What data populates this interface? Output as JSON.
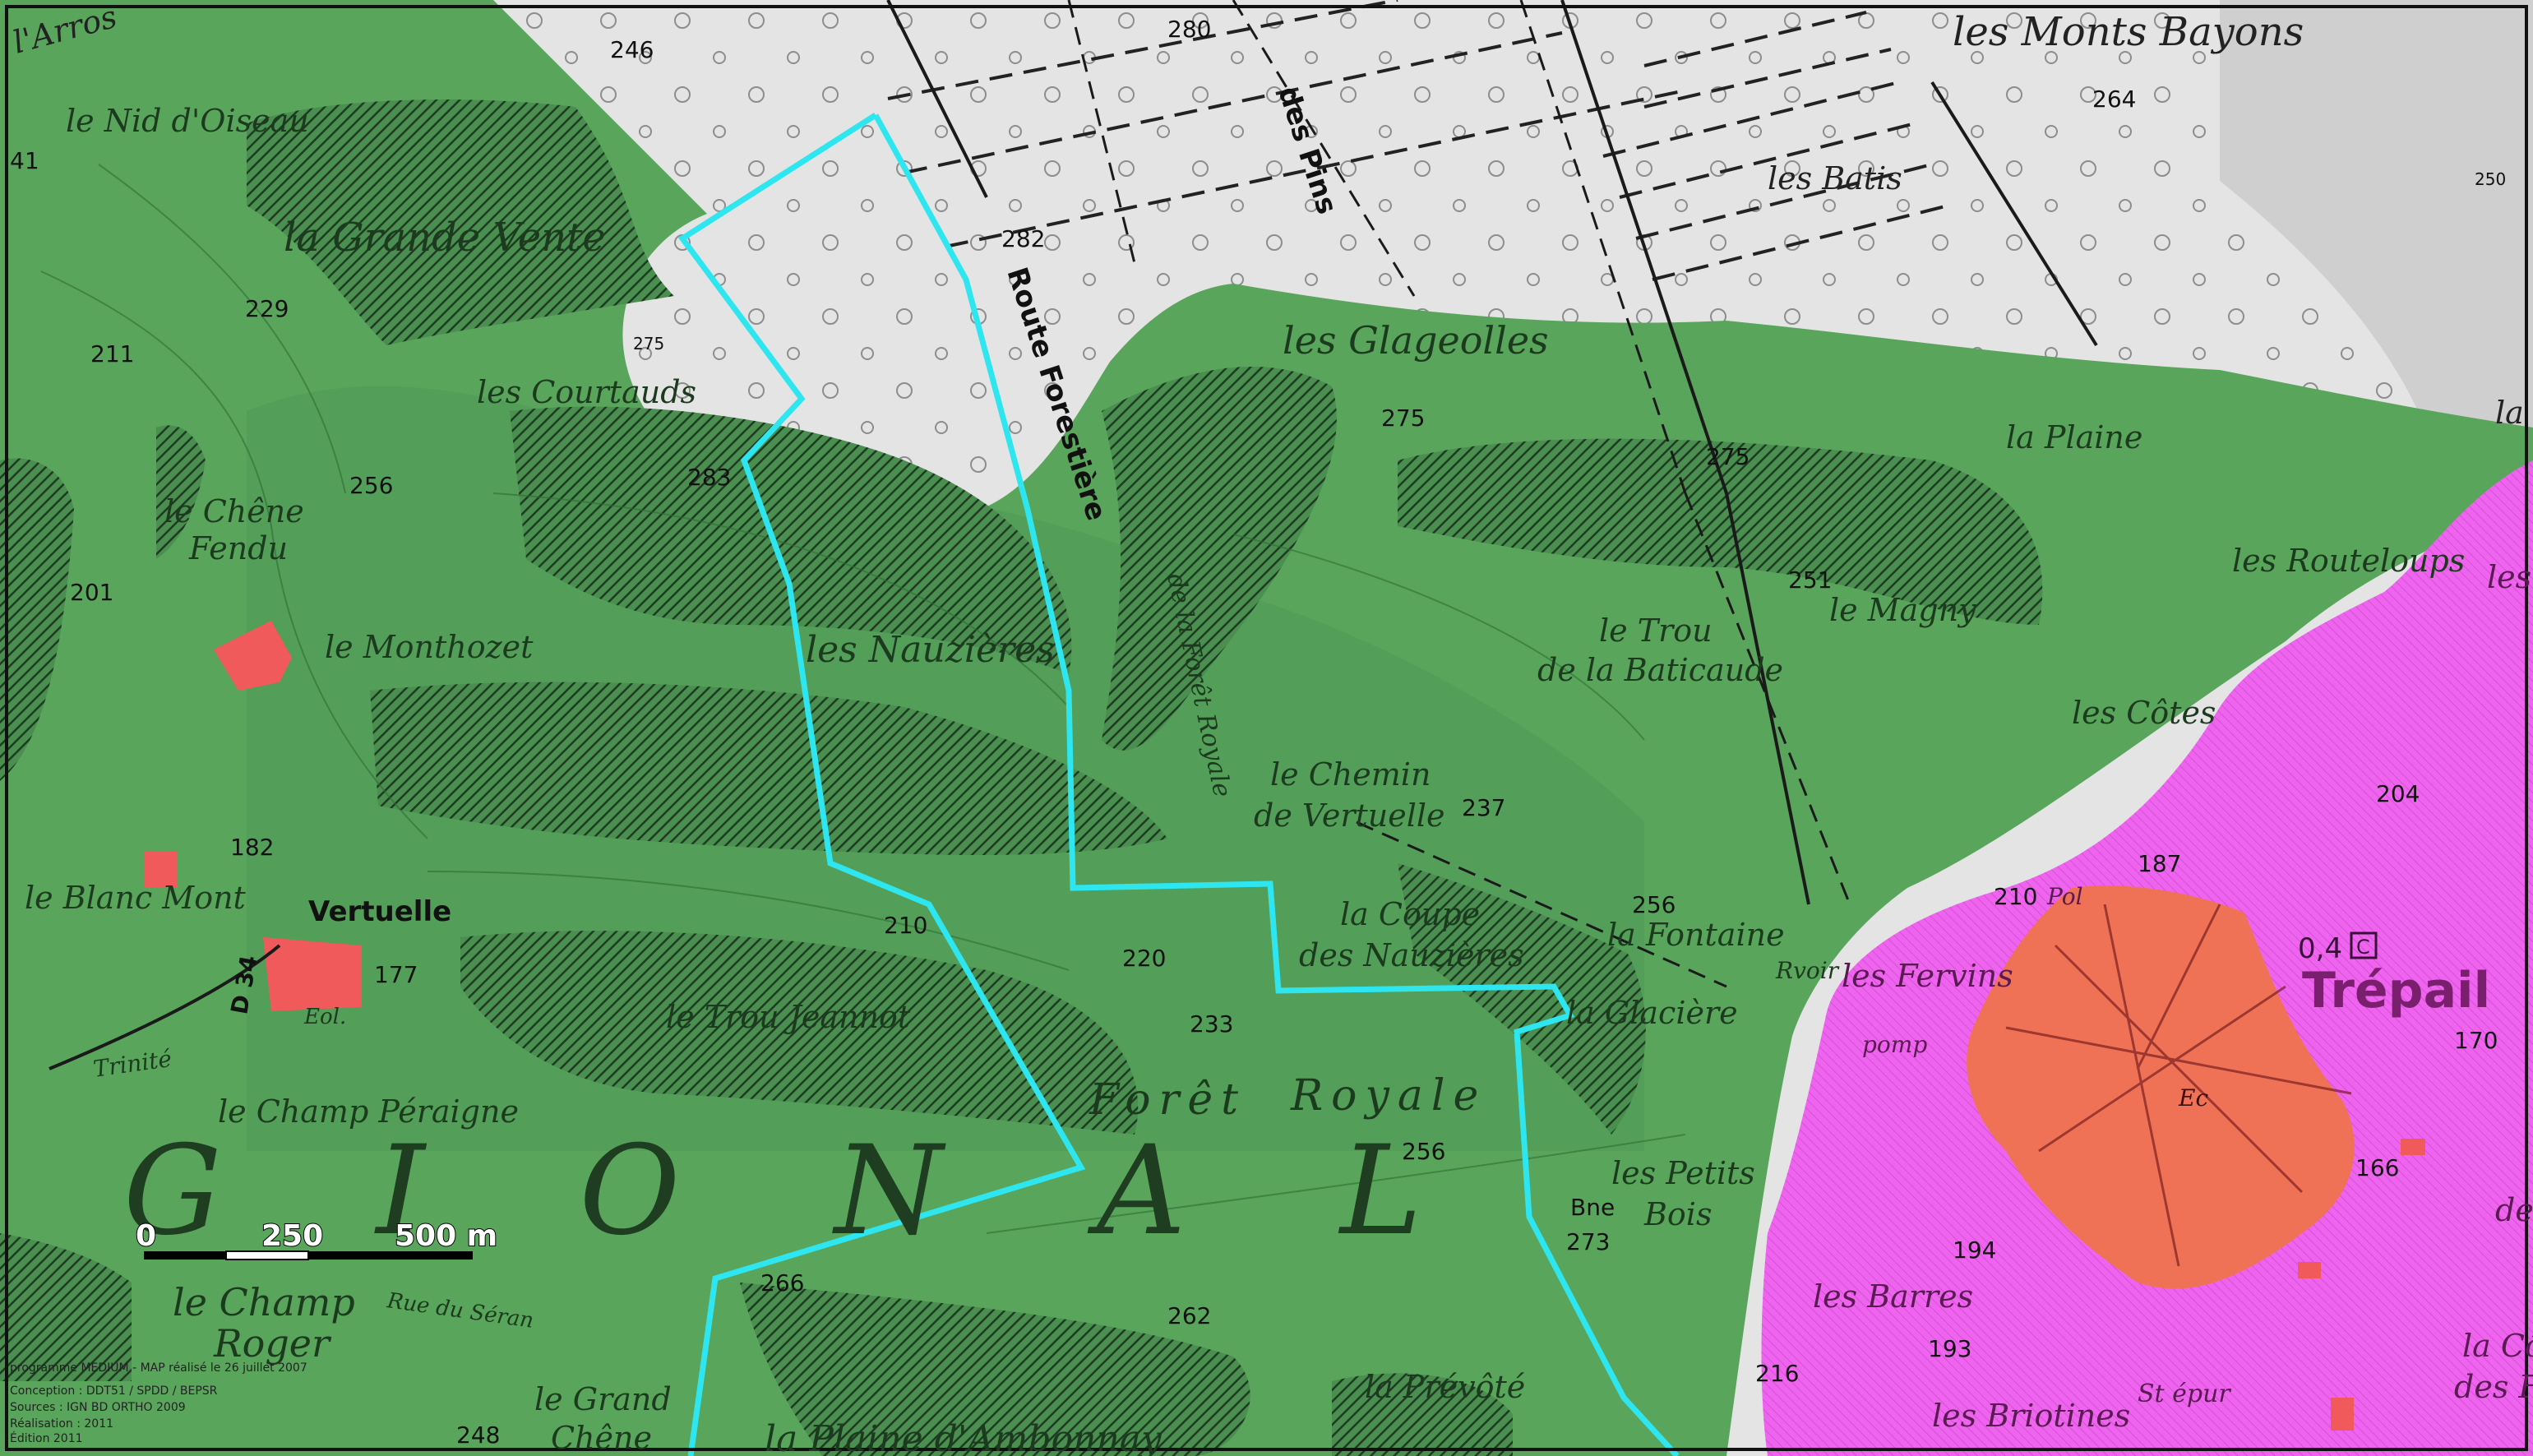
{
  "place_names": {
    "arros": "l'Arros",
    "nid_oiseau": "le Nid d'Oiseau",
    "grande_vente": "la Grande Vente",
    "courtauds": "les Courtauds",
    "chene_fendu_1": "le Chêne",
    "chene_fendu_2": "Fendu",
    "monthozet": "le Monthozet",
    "nauzieres": "les Nauzières",
    "blanc_mont": "le Blanc Mont",
    "vertuelle": "Vertuelle",
    "trou_jeannot": "le Trou Jeannot",
    "champ_peraigne": "le Champ Péraigne",
    "champ_roger_1": "le Champ",
    "champ_roger_2": "Roger",
    "grand_chene_1": "le Grand",
    "grand_chene_2": "Chêne",
    "plaine_ambonnay": "la Plaine d'Ambonnay",
    "monts_bayons": "les Monts Bayons",
    "batis": "les Batis",
    "glageolles": "les Glageolles",
    "la_plaine": "la Plaine",
    "routeloups": "les Routeloups",
    "magny": "le Magny",
    "trou_baticaude_1": "le Trou",
    "trou_baticaude_2": "de la Baticaude",
    "cotes": "les Côtes",
    "chemin_vertuelle_1": "le Chemin",
    "chemin_vertuelle_2": "de Vertuelle",
    "coupe_nauzieres_1": "la Coupe",
    "coupe_nauzieres_2": "des Nauzières",
    "la_fontaine": "la Fontaine",
    "glaciere": "la Glacière",
    "foret_royale_1": "Forêt",
    "foret_royale_2": "Royale",
    "petits_bois_1": "les Petits",
    "petits_bois_2": "Bois",
    "prevote": "la Prévôté",
    "fervins": "les Fervins",
    "barres": "les Barres",
    "briotines": "les Briotines",
    "cote_est": "la Côte",
    "cote_est_2": "des F",
    "la_edge": "la",
    "les_edge": "les",
    "de_edge": "de",
    "pompe": "pomp",
    "st_epure": "St épur",
    "rvoir": "Rvoir",
    "trinite": "Trinité",
    "eol": "Eol.",
    "bne": "Bne",
    "ec": "Ec",
    "pol": "Pol",
    "trepail": "Trépail",
    "regional": "G I O N A L",
    "route_forestiere": "Route Forestière",
    "route_royale": "de la Forêt Royale",
    "des_pins": "des Pins",
    "seran": "Rue du Séran",
    "d34": "D 34",
    "c_symbol": "C",
    "code_04": "0,4"
  },
  "elevations": [
    "246",
    "280",
    "264",
    "282",
    "229",
    "211",
    "275",
    "256",
    "201",
    "182",
    "177",
    "283",
    "275",
    "251",
    "237",
    "256",
    "210",
    "220",
    "233",
    "256",
    "266",
    "262",
    "273",
    "216",
    "194",
    "193",
    "187",
    "204",
    "210",
    "170",
    "166",
    "248",
    "41",
    "275",
    "250"
  ],
  "scale_bar": {
    "zero": "0",
    "mid": "250",
    "end": "500 m"
  },
  "credits": [
    "programme MEDIUM - MAP réalisé le 26 juillet 2007",
    "Conception : DDT51 / SPDD / BEPSR",
    "Sources : IGN BD ORTHO 2009",
    "Réalisation : 2011",
    "Édition 2011"
  ],
  "colors": {
    "forest": "#5aa55c",
    "forest_dark": "#3f8e47",
    "hatch": "#1e3a22",
    "agri": "#e6e6e6",
    "urban": "#ee64ee",
    "village": "#f07256",
    "boundary": "#2ee6f0",
    "building": "#f05a5a"
  }
}
